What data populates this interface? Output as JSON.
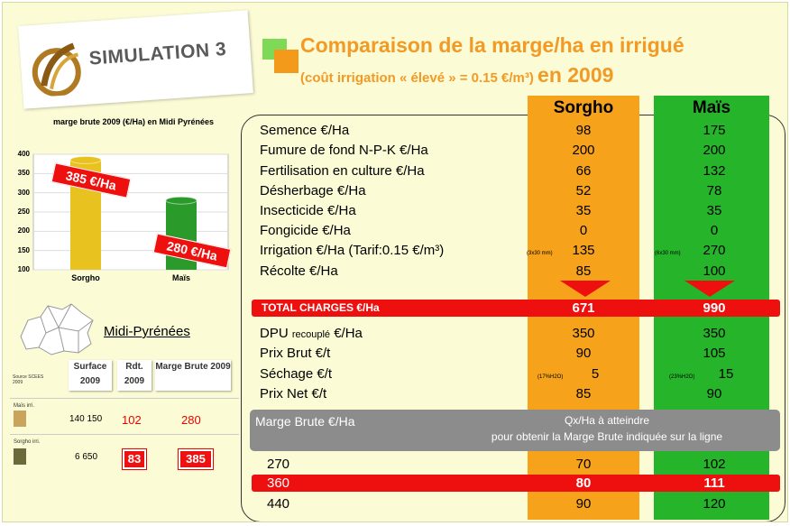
{
  "logo": {
    "label": "SIMULATION 3"
  },
  "title": {
    "line1": "Comparaison de la marge/ha en irrigué",
    "line2": "(coût irrigation « élevé » = 0.15 €/m³)",
    "year": "en 2009"
  },
  "colors": {
    "orange": "#f7a21b",
    "green": "#26b52a",
    "red": "#ee0f0f",
    "title": "#f29a26"
  },
  "columns": {
    "sorgho": "Sorgho",
    "mais": "Maïs"
  },
  "charges": [
    {
      "label": "Semence €/Ha",
      "sorgho": "98",
      "mais": "175"
    },
    {
      "label": "Fumure de fond N-P-K €/Ha",
      "sorgho": "200",
      "mais": "200"
    },
    {
      "label": "Fertilisation en culture €/Ha",
      "sorgho": "66",
      "mais": "132"
    },
    {
      "label": "Désherbage €/Ha",
      "sorgho": "52",
      "mais": "78"
    },
    {
      "label": "Insecticide €/Ha",
      "sorgho": "35",
      "mais": "35"
    },
    {
      "label": "Fongicide €/Ha",
      "sorgho": "0",
      "mais": "0"
    },
    {
      "label": "Irrigation €/Ha (Tarif:0.15 €/m³)",
      "sorgho": "135",
      "mais": "270",
      "sorgho_note": "(3x30 mm)",
      "mais_note": "(6x30 mm)"
    },
    {
      "label": "Récolte €/Ha",
      "sorgho": "85",
      "mais": "100"
    }
  ],
  "total": {
    "label": "TOTAL CHARGES €/Ha",
    "sorgho": "671",
    "mais": "990"
  },
  "produits": [
    {
      "label": "DPU",
      "label_small": "recouplé",
      "label_end": "€/Ha",
      "sorgho": "350",
      "mais": "350"
    },
    {
      "label": "Prix Brut €/t",
      "sorgho": "90",
      "mais": "105"
    },
    {
      "label": "Séchage €/t",
      "sorgho": "5",
      "mais": "15",
      "sorgho_note": "(17%H2O)",
      "mais_note": "(23%H2O)"
    },
    {
      "label": "Prix Net €/t",
      "sorgho": "85",
      "mais": "90"
    }
  ],
  "marge_header": {
    "left": "Marge Brute €/Ha",
    "right_l1": "Qx/Ha à atteindre",
    "right_l2": "pour obtenir la Marge Brute indiquée sur la ligne"
  },
  "marge_rows": [
    {
      "marge": "270",
      "sorgho": "70",
      "mais": "102"
    },
    {
      "marge": "360",
      "sorgho": "80",
      "mais": "111"
    },
    {
      "marge": "440",
      "sorgho": "90",
      "mais": "120"
    }
  ],
  "chart_data": {
    "type": "bar",
    "title": "marge brute 2009 (€/Ha) en Midi Pyrénées",
    "categories": [
      "Sorgho",
      "Maïs"
    ],
    "values": [
      385,
      280
    ],
    "data_labels": [
      "385 €/Ha",
      "280 €/Ha"
    ],
    "ylim": [
      100,
      400
    ],
    "yticks": [
      "100",
      "150",
      "200",
      "250",
      "300",
      "350",
      "400"
    ],
    "colors": [
      "#e8c21e",
      "#2a9a2a"
    ]
  },
  "region": {
    "name": "Midi-Pyrénées",
    "source": "Source SCEES 2009",
    "headers": [
      "Surface 2009",
      "Rdt. 2009",
      "Marge Brute 2009"
    ],
    "rows": [
      {
        "crop": "Maïs irri.",
        "surface": "140 150",
        "rdt": "102",
        "marge": "280"
      },
      {
        "crop": "Sorgho irri.",
        "surface": "6 650",
        "rdt": "83",
        "marge": "385"
      }
    ]
  }
}
